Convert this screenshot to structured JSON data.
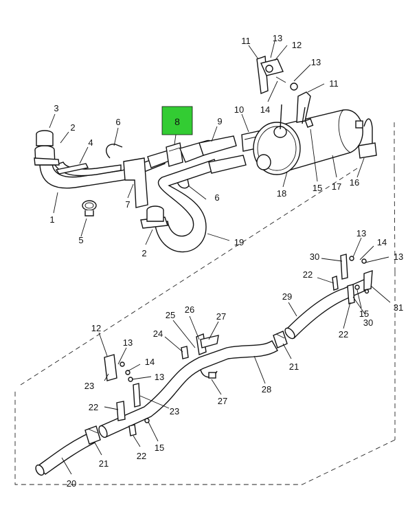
{
  "highlight": {
    "label": "8",
    "color": "#33cc33"
  },
  "callouts": {
    "c1": "1",
    "c2a": "2",
    "c2b": "2",
    "c3": "3",
    "c4": "4",
    "c5": "5",
    "c6a": "6",
    "c6b": "6",
    "c7": "7",
    "c9": "9",
    "c10": "10",
    "c11a": "11",
    "c11b": "11",
    "c12a": "12",
    "c12b": "12",
    "c13a": "13",
    "c13b": "13",
    "c13c": "13",
    "c13d": "13",
    "c13e": "13",
    "c13f": "13",
    "c14a": "14",
    "c14b": "14",
    "c14c": "14",
    "c15a": "15",
    "c15b": "15",
    "c15c": "15",
    "c16": "16",
    "c17": "17",
    "c18": "18",
    "c19": "19",
    "c20": "20",
    "c21a": "21",
    "c21b": "21",
    "c22a": "22",
    "c22b": "22",
    "c22c": "22",
    "c22d": "22",
    "c23a": "23",
    "c23b": "23",
    "c24": "24",
    "c25": "25",
    "c26": "26",
    "c27a": "27",
    "c27b": "27",
    "c28": "28",
    "c29": "29",
    "c30a": "30",
    "c30b": "30",
    "c31": "31"
  }
}
